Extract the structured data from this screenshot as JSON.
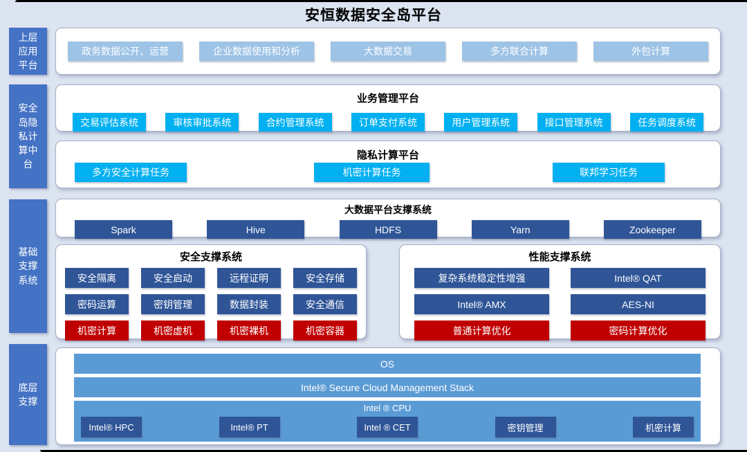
{
  "title": "安恒数据安全岛平台",
  "colors": {
    "background": "#dce4f2",
    "side_label": "#4472c4",
    "light_blue_button": "#9dc3e6",
    "cyan_button": "#00b0f0",
    "dark_blue_button": "#2f5597",
    "red_button": "#c00000",
    "base_bar": "#5b9bd5"
  },
  "side_labels": [
    "上层\n应用\n平台",
    "安全\n岛隐\n私计\n算中\n台",
    "基础\n支撑\n系统",
    "底层\n支撑"
  ],
  "app": {
    "items": [
      "政务数据公开、运营",
      "企业数据使用和分析",
      "大数据交易",
      "多方联合计算",
      "外包计算"
    ]
  },
  "business": {
    "title": "业务管理平台",
    "items": [
      "交易评估系统",
      "审核审批系统",
      "合约管理系统",
      "订单支付系统",
      "用户管理系统",
      "接口管理系统",
      "任务调度系统"
    ]
  },
  "privacy": {
    "title": "隐私计算平台",
    "items": [
      "多方安全计算任务",
      "机密计算任务",
      "联邦学习任务"
    ]
  },
  "bigdata": {
    "title": "大数据平台支撑系统",
    "items": [
      "Spark",
      "Hive",
      "HDFS",
      "Yarn",
      "Zookeeper"
    ]
  },
  "security": {
    "title": "安全支撑系统",
    "blue": [
      "安全隔离",
      "安全启动",
      "远程证明",
      "安全存储",
      "密码运算",
      "密钥管理",
      "数据封装",
      "安全通信"
    ],
    "red": [
      "机密计算",
      "机密虚机",
      "机密裸机",
      "机密容器"
    ]
  },
  "performance": {
    "title": "性能支撑系统",
    "blue": [
      "复杂系统稳定性增强",
      "Intel® QAT",
      "Intel® AMX",
      "AES-NI"
    ],
    "red": [
      "普通计算优化",
      "密码计算优化"
    ]
  },
  "base": {
    "os": "OS",
    "stack": "Intel® Secure Cloud Management Stack",
    "cpu": "Intel ® CPU",
    "cpu_items": [
      "Intel® HPC",
      "Intel® PT",
      "Intel ® CET",
      "密钥管理",
      "机密计算"
    ]
  }
}
